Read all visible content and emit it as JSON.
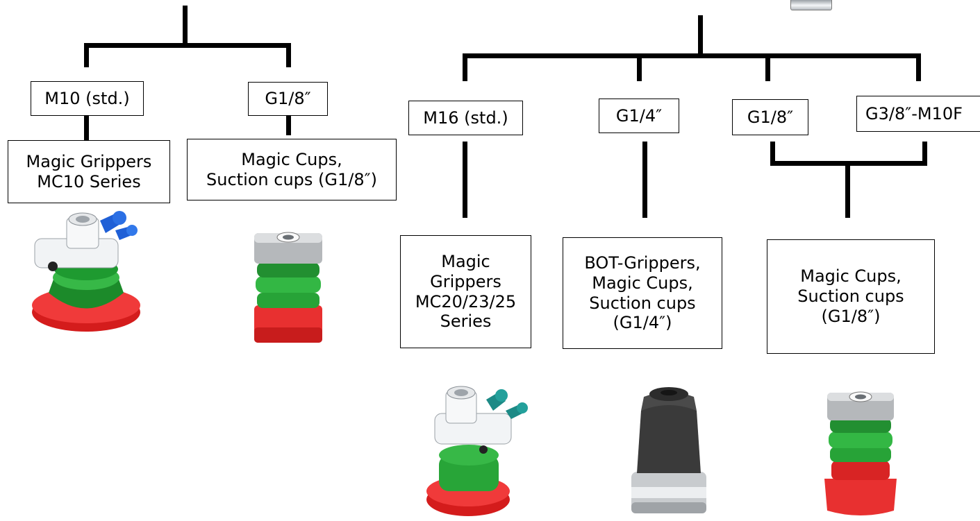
{
  "left_tree": {
    "ports": [
      {
        "label": "M10 (std.)",
        "product_lines": [
          "Magic Grippers",
          "MC10 Series"
        ],
        "product_icon": "magic-gripper-mc10-icon"
      },
      {
        "label": "G1/8″",
        "product_lines": [
          "Magic Cups,",
          "Suction cups (G1/8″)"
        ],
        "product_icon": "magic-cup-g18-icon"
      }
    ]
  },
  "right_tree": {
    "ports": [
      {
        "label": "M16 (std.)"
      },
      {
        "label": "G1/4″"
      },
      {
        "label": "G1/8″"
      },
      {
        "label": "G3/8″-M10F"
      }
    ],
    "products": [
      {
        "lines": [
          "Magic",
          "Grippers",
          "MC20/23/25",
          "Series"
        ],
        "product_icon": "magic-gripper-mc20-icon"
      },
      {
        "lines": [
          "BOT-Grippers,",
          "Magic Cups,",
          "Suction cups",
          "(G1/4″)"
        ],
        "product_icon": "bot-gripper-icon"
      },
      {
        "lines": [
          "Magic Cups,",
          "Suction cups",
          "(G1/8″)"
        ],
        "product_icon": "magic-cup-g18-icon"
      }
    ]
  },
  "colors": {
    "line": "#000000",
    "suction_red": "#e02020",
    "bellows_green": "#2aa838",
    "valve_blue": "#1f5fd6",
    "valve_teal": "#1d8a86",
    "metal_gray": "#a9acaf",
    "rubber_black": "#3a3a3a"
  }
}
